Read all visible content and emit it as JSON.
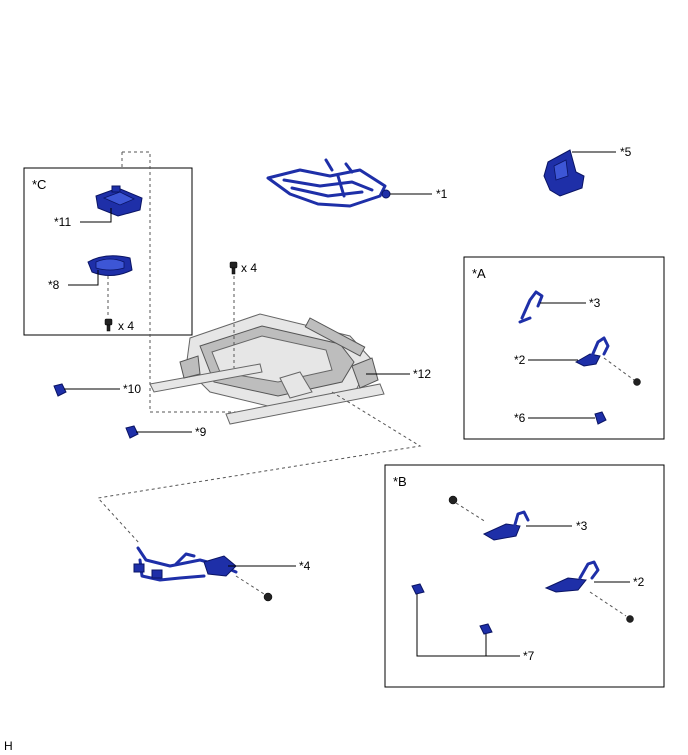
{
  "callouts": {
    "p1": "*1",
    "p2a": "*2",
    "p2b": "*2",
    "p3a": "*3",
    "p3b": "*3",
    "p4": "*4",
    "p5": "*5",
    "p6": "*6",
    "p7": "*7",
    "p8": "*8",
    "p9": "*9",
    "p10": "*10",
    "p11": "*11",
    "p12": "*12"
  },
  "boxes": {
    "a": "*A",
    "b": "*B",
    "c": "*C"
  },
  "quantities": {
    "seat_bolts": "x 4",
    "box_c_bolts": "x 4"
  },
  "footer": {
    "code": "H"
  },
  "colors": {
    "part_blue": "#1e2fa8",
    "frame_gray": "#e6e6e6"
  }
}
